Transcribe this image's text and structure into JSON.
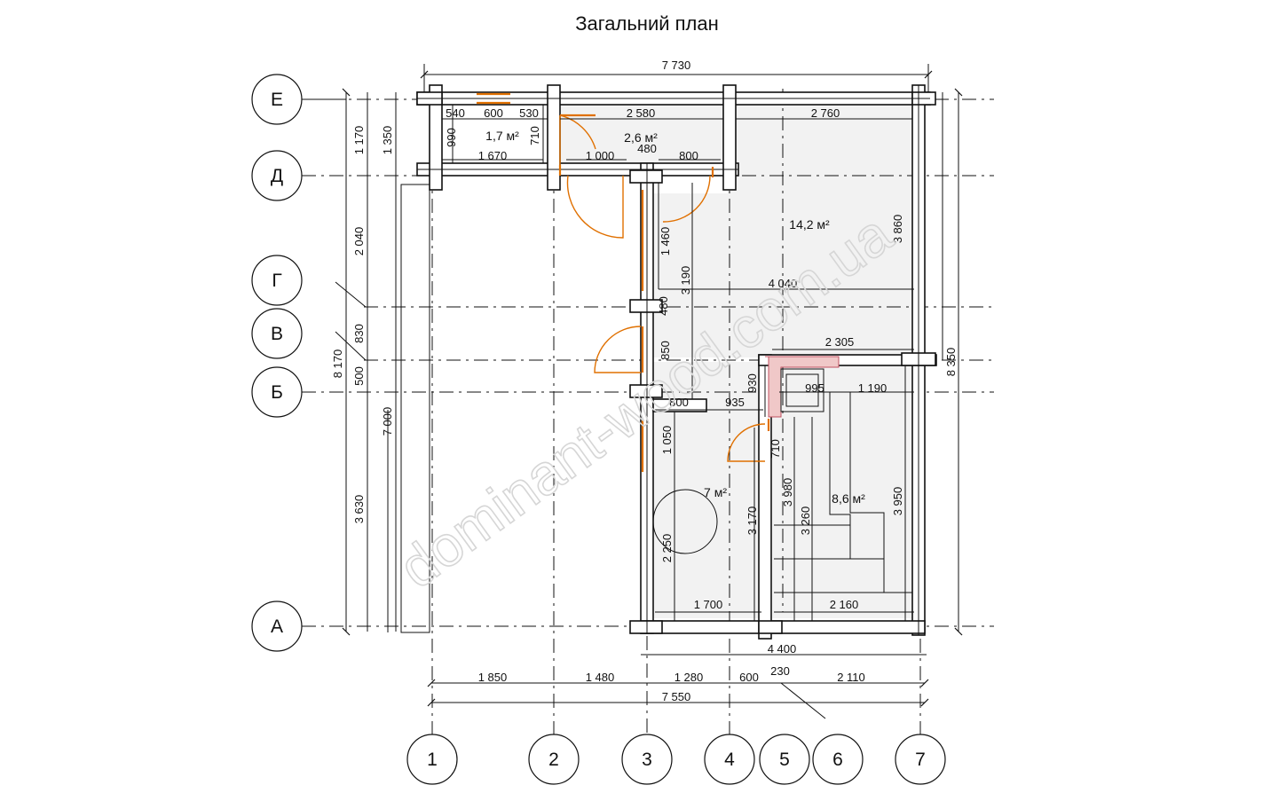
{
  "title": "Загальний план",
  "watermark": "dominant-wood.com.ua",
  "colors": {
    "floor": "#f2f2f2",
    "door": "#e07000",
    "stove": "#f0c8c8",
    "line": "#111111"
  },
  "axes": {
    "rows": [
      "Е",
      "Д",
      "Г",
      "В",
      "Б",
      "А"
    ],
    "cols": [
      "1",
      "2",
      "3",
      "4",
      "5",
      "6",
      "7"
    ]
  },
  "rooms": [
    {
      "area": "1,7 м²"
    },
    {
      "area": "2,6 м²"
    },
    {
      "area": "14,2 м²"
    },
    {
      "area": "7 м²"
    },
    {
      "area": "8,6 м²"
    }
  ],
  "dimensions": {
    "top_overall": "7 730",
    "top_540": "540",
    "top_600": "600",
    "top_530": "530",
    "top_2580": "2 580",
    "top_2760": "2 760",
    "d_990": "990",
    "d_710a": "710",
    "d_1670": "1 670",
    "d_1000": "1 000",
    "d_480a": "480",
    "d_800a": "800",
    "left_1170": "1 170",
    "left_1350": "1 350",
    "left_2040": "2 040",
    "left_830": "830",
    "left_500": "500",
    "left_8170": "8 170",
    "left_7000": "7 000",
    "left_3630": "3 630",
    "right_3860": "3 860",
    "right_8350": "8 350",
    "right_3950": "3 950",
    "c_1460": "1 460",
    "c_3190": "3 190",
    "c_480b": "480",
    "c_850": "850",
    "c_4040": "4 040",
    "c_2305": "2 305",
    "c_930": "930",
    "c_995": "995",
    "c_1190": "1 190",
    "c_800b": "800",
    "c_935": "935",
    "c_1050": "1 050",
    "c_710b": "710",
    "c_2250": "2 250",
    "c_3170": "3 170",
    "c_3980": "3 980",
    "c_3260": "3 260",
    "c_1700": "1 700",
    "c_2160": "2 160",
    "c_4400": "4 400",
    "b_1850": "1 850",
    "b_1480": "1 480",
    "b_1280": "1 280",
    "b_600": "600",
    "b_230": "230",
    "b_2110": "2 110",
    "b_7550": "7 550"
  }
}
